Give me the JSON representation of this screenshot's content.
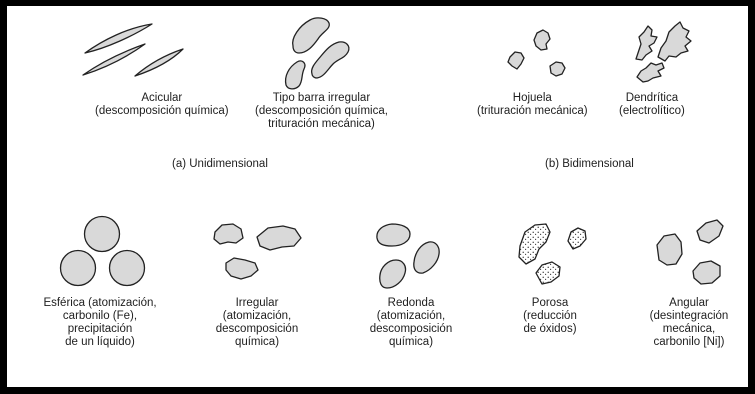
{
  "unidimensional": {
    "heading": "(a) Unidimensional",
    "acicular": [
      "Acicular",
      "(descomposición química)"
    ],
    "barra": [
      "Tipo barra irregular",
      "(descomposición química,",
      "trituración mecánica)"
    ]
  },
  "bidimensional": {
    "heading": "(b) Bidimensional",
    "hojuela": [
      "Hojuela",
      "(trituración mecánica)"
    ],
    "dendritica": [
      "Dendrítica",
      "(electrolítico)"
    ]
  },
  "tridimensional": {
    "esferica": [
      "Esférica (atomización,",
      "carbonilo (Fe),",
      "precipitación",
      "de un líquido)"
    ],
    "irregular": [
      "Irregular",
      "(atomización,",
      "descomposición",
      "química)"
    ],
    "redonda": [
      "Redonda",
      "(atomización,",
      "descomposición",
      "química)"
    ],
    "porosa": [
      "Porosa",
      "(reducción",
      "de óxidos)"
    ],
    "angular": [
      "Angular",
      "(desintegración",
      "mecánica,",
      "carbonilo [Ni])"
    ]
  },
  "colors": {
    "border": "#000000",
    "particle_fill": "#d9d9d9",
    "outline": "#222222"
  }
}
